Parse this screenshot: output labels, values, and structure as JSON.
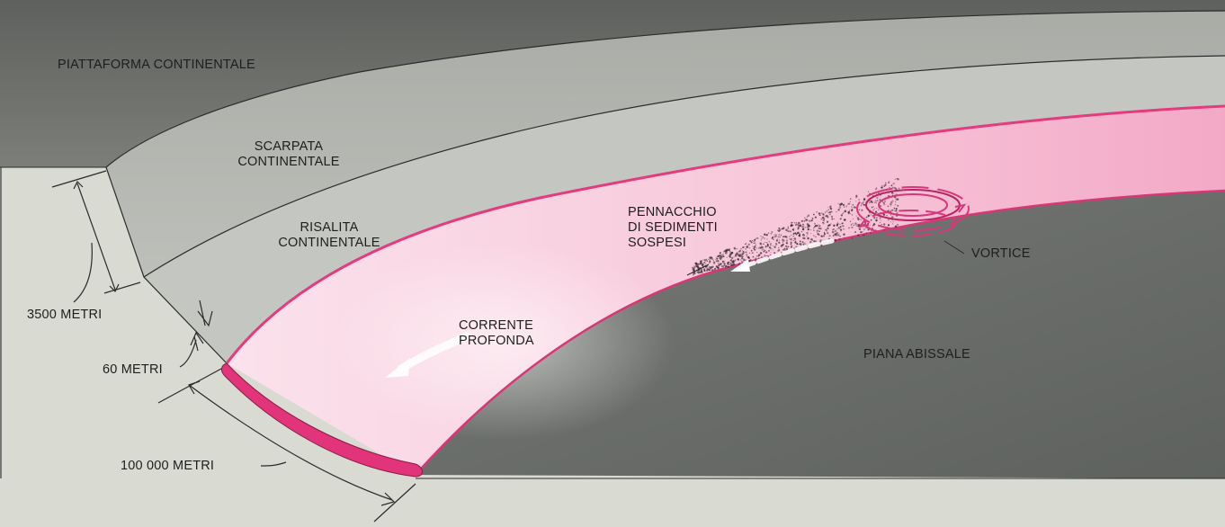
{
  "labels": {
    "shelf": "PIATTAFORMA CONTINENTALE",
    "slope": [
      "SCARPATA",
      "CONTINENTALE"
    ],
    "rise": [
      "RISALITA",
      "CONTINENTALE"
    ],
    "plume": [
      "PENNACCHIO",
      "DI SEDIMENTI",
      "SOSPESI"
    ],
    "vortex": "VORTICE",
    "current": [
      "CORRENTE",
      "PROFONDA"
    ],
    "plain": "PIANA ABISSALE",
    "height": "3500 METRI",
    "thickness": "60 METRI",
    "width": "100 000 METRI"
  },
  "colors": {
    "shelf": "#6f726e",
    "slope": "#b0b3ae",
    "rise": "#c3c6c0",
    "abyssal_plain": "#6b6e6b",
    "current_body": "#f6c6d8",
    "current_edge": "#e63a7e",
    "background": "#d9dbd3"
  }
}
